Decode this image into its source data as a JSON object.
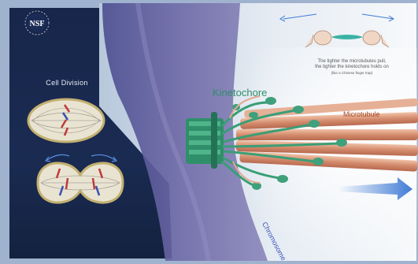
{
  "logo": {
    "text": "NSF"
  },
  "sidebar": {
    "title": "Cell Division"
  },
  "labels": {
    "kinetochore": "Kinetochore",
    "microtubule": "Microtubule",
    "chromosome": "Chromosome"
  },
  "caption": {
    "line1": "The tighter the microtubules pull,",
    "line2": "the tighter the kinetochore holds on",
    "line3": "(like a Chinese finger trap)"
  },
  "colors": {
    "dark_panel": "#1a2b52",
    "kinetochore": "#2f8f6a",
    "microtubule": "#d99a7a",
    "chromosome": "#7a6fa8",
    "arrow": "#3f7bd6"
  }
}
